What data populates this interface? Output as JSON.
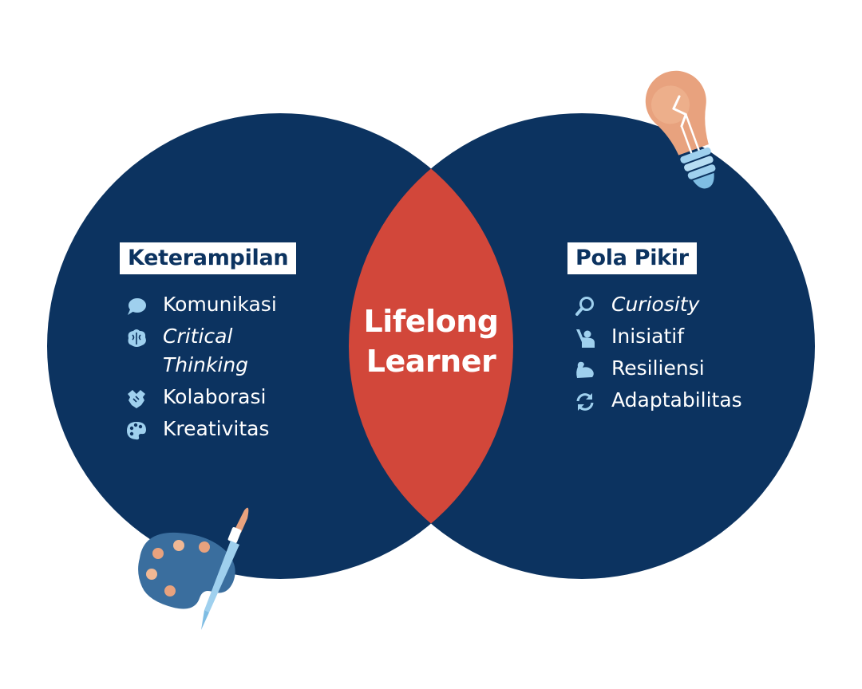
{
  "colors": {
    "circle": "#0c3360",
    "intersection": "#d2473a",
    "icon": "#9fd0ee",
    "label_text": "#0c3360"
  },
  "left": {
    "heading": "Keterampilan",
    "items": [
      {
        "text": "Komunikasi",
        "icon": "speech-bubble-icon",
        "italic": false
      },
      {
        "text": "Critical\nThinking",
        "icon": "brain-icon",
        "italic": true
      },
      {
        "text": "Kolaborasi",
        "icon": "handshake-icon",
        "italic": false
      },
      {
        "text": "Kreativitas",
        "icon": "palette-icon",
        "italic": false
      }
    ]
  },
  "center": {
    "title_line1": "Lifelong",
    "title_line2": "Learner"
  },
  "right": {
    "heading": "Pola Pikir",
    "items": [
      {
        "text": "Curiosity",
        "icon": "magnifier-icon",
        "italic": true
      },
      {
        "text": "Inisiatif",
        "icon": "raised-hand-person-icon",
        "italic": false
      },
      {
        "text": "Resiliensi",
        "icon": "flexed-arm-icon",
        "italic": false
      },
      {
        "text": "Adaptabilitas",
        "icon": "refresh-arrows-icon",
        "italic": false
      }
    ]
  },
  "decorations": {
    "top_right": "lightbulb-icon",
    "bottom_left": "paint-palette-brush-icon"
  }
}
